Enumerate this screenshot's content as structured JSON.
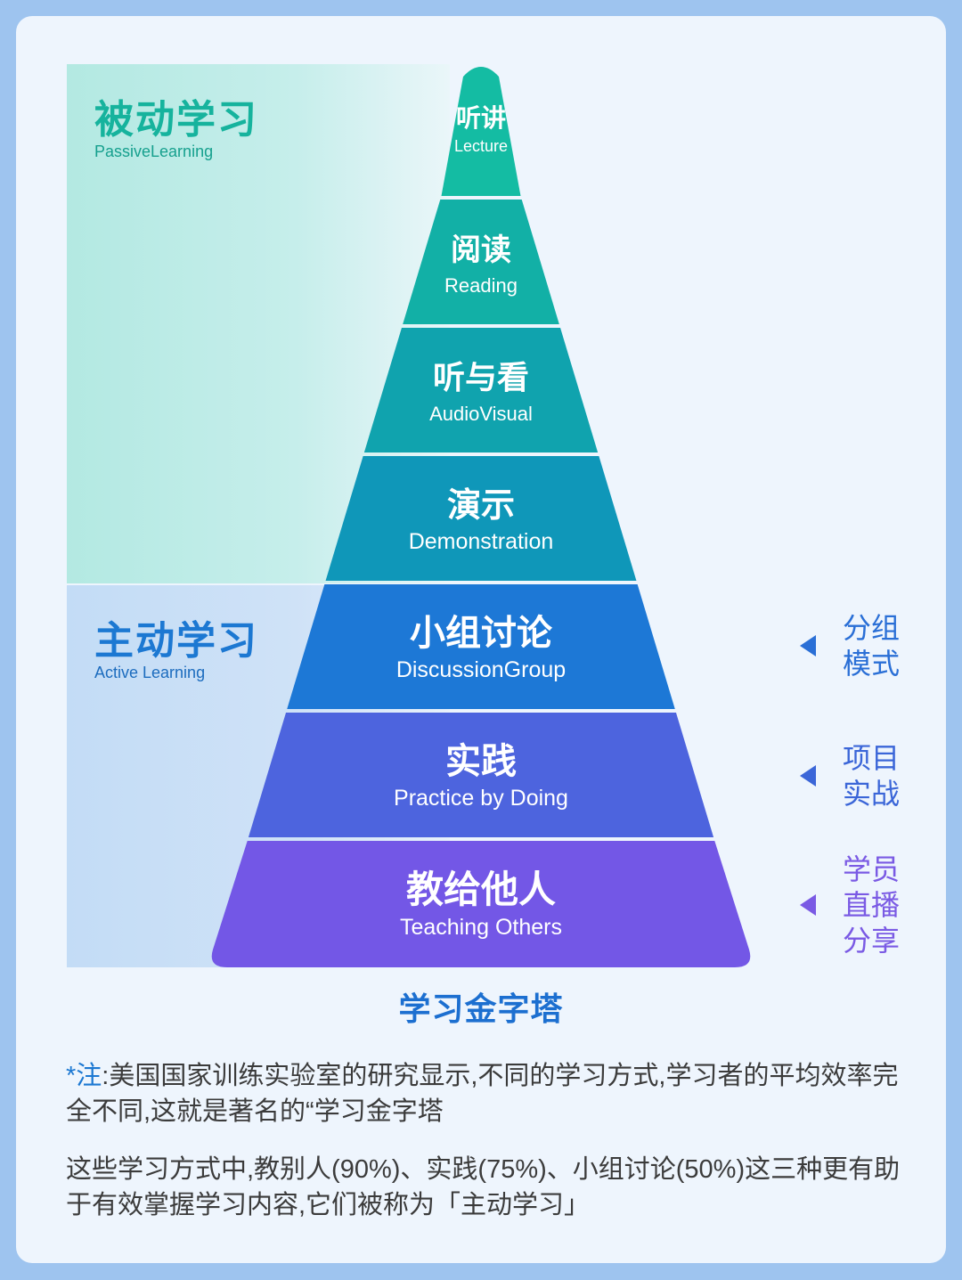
{
  "categories": {
    "passive": {
      "title": "被动学习",
      "subtitle": "PassiveLearning"
    },
    "active": {
      "title": "主动学习",
      "subtitle": "Active Learning"
    }
  },
  "levels": [
    {
      "cn": "听讲",
      "en": "Lecture",
      "color": "#14bca3"
    },
    {
      "cn": "阅读",
      "en": "Reading",
      "color": "#12b0a6"
    },
    {
      "cn": "听与看",
      "en": "AudioVisual",
      "color": "#10a3ae"
    },
    {
      "cn": "演示",
      "en": "Demonstration",
      "color": "#0f97b9"
    },
    {
      "cn": "小组讨论",
      "en": "DiscussionGroup",
      "color": "#1d78d6"
    },
    {
      "cn": "实践",
      "en": "Practice by Doing",
      "color": "#4d64de"
    },
    {
      "cn": "教给他人",
      "en": "Teaching Others",
      "color": "#7357e6"
    }
  ],
  "side_labels": [
    {
      "lines": [
        "分组",
        "模式"
      ],
      "color": "#2a6fd6"
    },
    {
      "lines": [
        "项目",
        "实战"
      ],
      "color": "#3b66d8"
    },
    {
      "lines": [
        "学员",
        "直播",
        "分享"
      ],
      "color": "#7a5ae4"
    }
  ],
  "caption": "学习金字塔",
  "notes": {
    "note1_star": "*注",
    "note1_text": ":美国国家训练实验室的研究显示,不同的学习方式,学习者的平均效率完全不同,这就是著名的“学习金字塔",
    "note2_text": "这些学习方式中,教别人(90%)、实践(75%)、小组讨论(50%)这三种更有助于有效掌握学习内容,它们被称为「主动学习」"
  }
}
